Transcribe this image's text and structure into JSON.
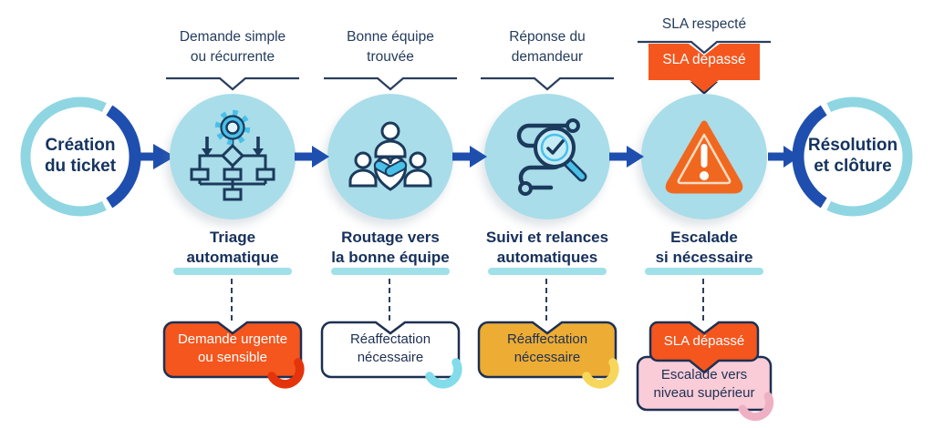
{
  "colors": {
    "navy_text": "#16305c",
    "outline_navy": "#1d3052",
    "arrow_blue": "#1f4fae",
    "circle_fill": "#a9dde9",
    "circle_ring": "#8fd6e2",
    "icon_cyan": "#49c0e8",
    "orange": "#f4561e",
    "warning_orange": "#f0681f",
    "amber": "#edac33",
    "pink": "#f9ccd7",
    "underline_cyan": "#9fe0e9"
  },
  "start_node": {
    "line1": "Création",
    "line2": "du ticket"
  },
  "end_node": {
    "line1": "Résolution",
    "line2": "et clôture"
  },
  "steps": [
    {
      "condition_line1": "Demande simple",
      "condition_line2": "ou récurrente",
      "title_line1": "Triage",
      "title_line2": "automatique",
      "icon": "automation-flowchart-gear-icon",
      "callout": {
        "line1": "Demande urgente",
        "line2": "ou sensible"
      }
    },
    {
      "condition_line1": "Bonne équipe",
      "condition_line2": "trouvée",
      "title_line1": "Routage vers",
      "title_line2": "la bonne équipe",
      "icon": "team-handshake-icon",
      "callout": {
        "line1": "Réaffectation",
        "line2": "nécessaire"
      }
    },
    {
      "condition_line1": "Réponse du",
      "condition_line2": "demandeur",
      "title_line1": "Suivi et relances",
      "title_line2": "automatiques",
      "icon": "tracking-magnifier-check-icon",
      "callout": {
        "line1": "Réaffectation",
        "line2": "nécessaire"
      }
    },
    {
      "condition_line1": "SLA respecté",
      "badge": "SLA dépassé",
      "title_line1": "Escalade",
      "title_line2": "si nécessaire",
      "icon": "warning-triangle-icon",
      "callout": {
        "line1": "SLA dépassé"
      },
      "callout_secondary": {
        "line1": "Escalade vers",
        "line2": "niveau supérieur"
      }
    }
  ]
}
